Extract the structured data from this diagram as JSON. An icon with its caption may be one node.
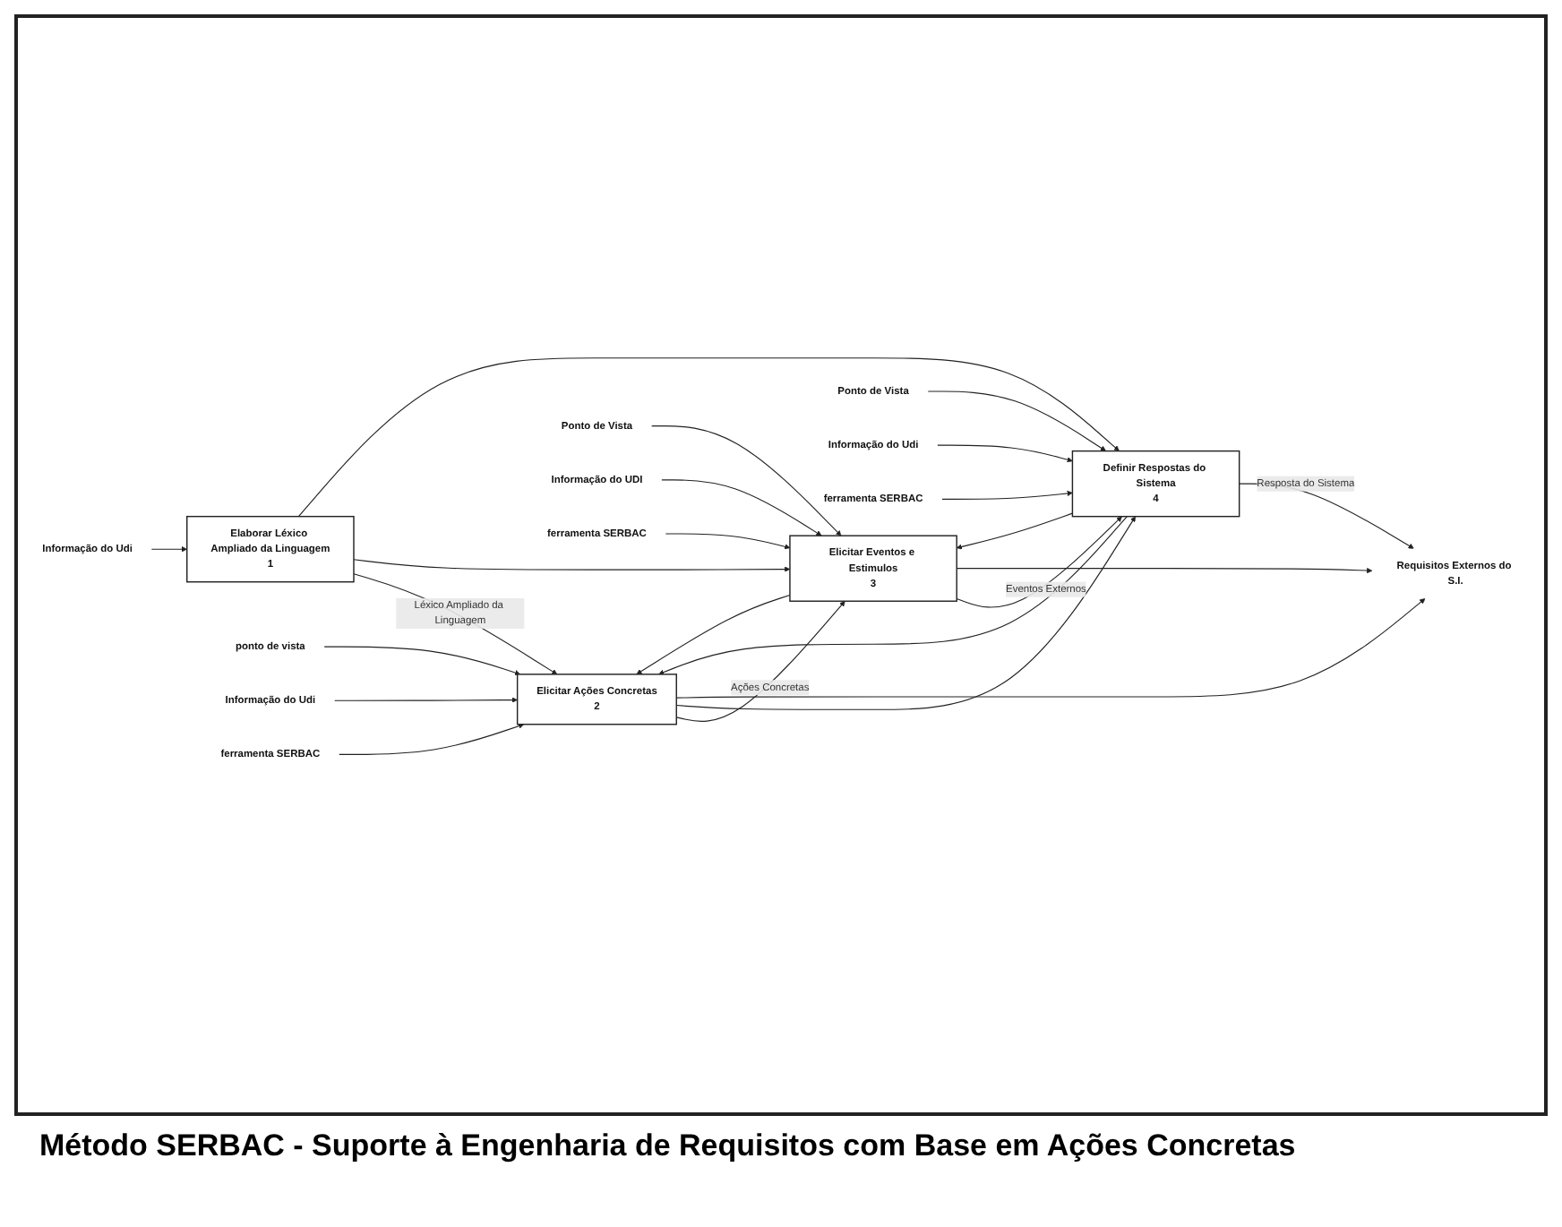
{
  "diagram": {
    "caption": "Método SERBAC - Suporte à Engenharia de Requisitos com Base em Ações Concretas",
    "nodes": [
      {
        "text": [
          "Elaborar Léxico Ampliado da Linguagem",
          "1"
        ]
      },
      {
        "text": [
          "Elicitar Ações Concretas",
          "2"
        ]
      },
      {
        "text": [
          "Elicitar Eventos e Estimulos",
          "3"
        ]
      },
      {
        "text": [
          "Definir Respostas do Sistema",
          "4"
        ]
      },
      {
        "text": [
          "Informação do Udi"
        ]
      },
      {
        "text": [
          "ponto de vista"
        ]
      },
      {
        "text": [
          "Informação do Udi"
        ]
      },
      {
        "text": [
          "ferramenta SERBAC"
        ]
      },
      {
        "text": [
          "Ponto de Vista"
        ]
      },
      {
        "text": [
          "Informação do UDI"
        ]
      },
      {
        "text": [
          "ferramenta SERBAC"
        ]
      },
      {
        "text": [
          "Ponto de Vista"
        ]
      },
      {
        "text": [
          "Informação do Udi"
        ]
      },
      {
        "text": [
          "ferramenta SERBAC"
        ]
      },
      {
        "text": [
          "Requisitos Externos do S.I."
        ]
      }
    ],
    "edges": [
      {
        "from": 4,
        "to": 0,
        "arrow": "to"
      },
      {
        "from": 0,
        "to": 1,
        "arrow": "to",
        "label": "Léxico Ampliado da Linguagem"
      },
      {
        "from": 0,
        "to": 2,
        "arrow": "to"
      },
      {
        "from": 0,
        "to": 3,
        "arrow": "to"
      },
      {
        "from": 5,
        "to": 1,
        "arrow": "to"
      },
      {
        "from": 6,
        "to": 1,
        "arrow": "to"
      },
      {
        "from": 7,
        "to": 1,
        "arrow": "to"
      },
      {
        "from": 1,
        "to": 2,
        "arrow": "to",
        "label": "Ações Concretas"
      },
      {
        "from": 1,
        "to": 3,
        "arrow": "to"
      },
      {
        "from": 1,
        "to": 14,
        "arrow": "to"
      },
      {
        "from": 8,
        "to": 2,
        "arrow": "to"
      },
      {
        "from": 9,
        "to": 2,
        "arrow": "to"
      },
      {
        "from": 10,
        "to": 2,
        "arrow": "to"
      },
      {
        "from": 2,
        "to": 3,
        "arrow": "to",
        "label": "Eventos Externos"
      },
      {
        "from": 2,
        "to": 1,
        "arrow": "to"
      },
      {
        "from": 2,
        "to": 14,
        "arrow": "to"
      },
      {
        "from": 11,
        "to": 3,
        "arrow": "to"
      },
      {
        "from": 12,
        "to": 3,
        "arrow": "to"
      },
      {
        "from": 13,
        "to": 3,
        "arrow": "to"
      },
      {
        "from": 3,
        "to": 14,
        "arrow": "to",
        "label": "Resposta do Sistema"
      },
      {
        "from": 3,
        "to": 1,
        "arrow": "to"
      },
      {
        "from": 3,
        "to": 2,
        "arrow": "to"
      }
    ]
  }
}
